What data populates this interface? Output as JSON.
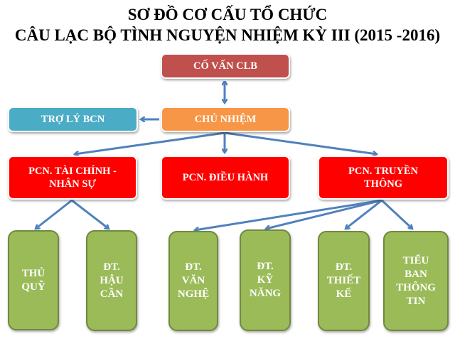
{
  "title": {
    "line1": "SƠ ĐỒ CƠ CẤU TỔ CHỨC",
    "line2": "CÂU LẠC BỘ TÌNH NGUYỆN NHIỆM KỲ III  (2015 -2016)"
  },
  "nodes": {
    "co_van": "CỐ VẤN CLB",
    "chu_nhiem": "CHỦ NHIỆM",
    "tro_ly": "TRỢ LÝ BCN",
    "pcn_tai_chinh": "PCN. TÀI CHÍNH -\nNHÂN SỰ",
    "pcn_dieu_hanh": "PCN. ĐIỀU HÀNH",
    "pcn_truyen_thong": "PCN. TRUYỀN\nTHÔNG",
    "thu_quy": "THỦ\nQUỸ",
    "hau_can": "ĐT.\nHẬU\nCẦN",
    "van_nghe": "ĐT.\nVĂN\nNGHỆ",
    "ky_nang": "ĐT.\nKỸ\nNĂNG",
    "thiet_ke": "ĐT.\nTHIẾT\nKẾ",
    "thong_tin": "TIỂU\nBAN\nTHÔNG\nTIN"
  },
  "colors": {
    "co_van": "#c0504d",
    "chu_nhiem": "#f79646",
    "tro_ly": "#4bacc6",
    "pcn": "#ff0000",
    "doi": "#9bbb59",
    "arrow": "#4f81bd"
  }
}
